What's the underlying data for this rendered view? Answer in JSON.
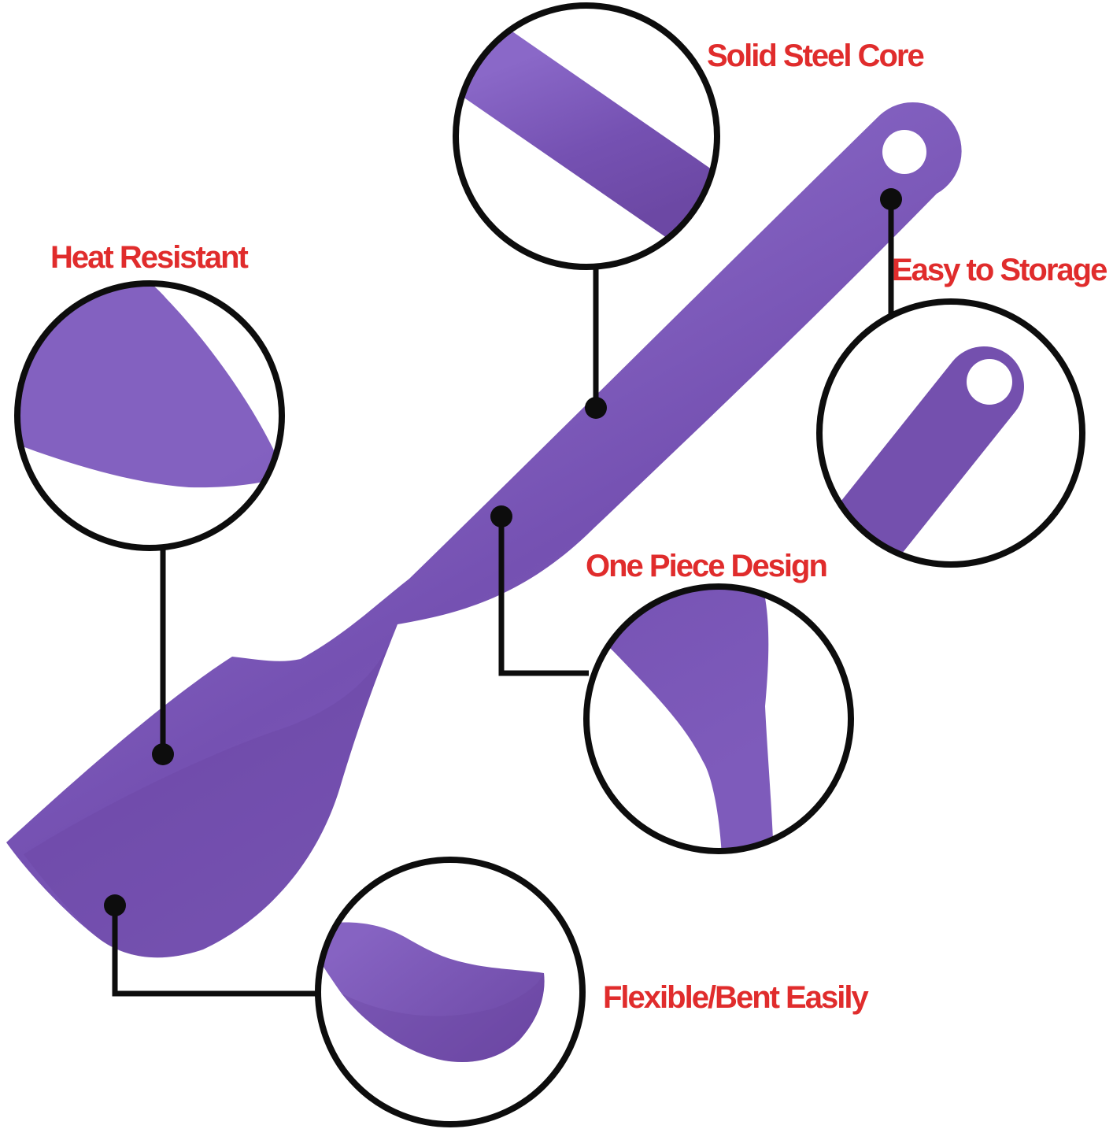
{
  "image_type": "product-feature-diagram",
  "product": {
    "name": "Silicone Spatula",
    "color_name": "purple"
  },
  "colors": {
    "spatula_purple": "#7551B2",
    "spatula_purple_light": "#8A68C8",
    "spatula_purple_dark": "#66439C",
    "label_red": "#E02C2C",
    "line_black": "#0d0d0d",
    "background": "#ffffff"
  },
  "callouts": [
    {
      "id": "solid-steel-core",
      "label": "Solid Steel Core"
    },
    {
      "id": "heat-resistant",
      "label": "Heat Resistant"
    },
    {
      "id": "easy-to-storage",
      "label": "Easy to Storage"
    },
    {
      "id": "one-piece-design",
      "label": "One Piece Design"
    },
    {
      "id": "flexible-bent-easily",
      "label": "Flexible/Bent Easily"
    }
  ]
}
